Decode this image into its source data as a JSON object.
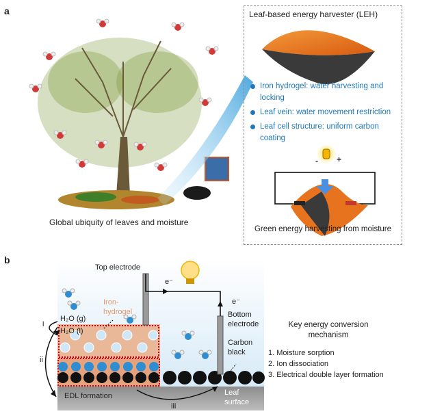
{
  "panel_a": {
    "letter": "a",
    "left_caption": "Global ubiquity of leaves and moisture",
    "leh_title": "Leaf-based energy harvester (LEH)",
    "features": [
      "Iron hydrogel: water harvesting and locking",
      "Leaf vein: water movement restriction",
      "Leaf cell structure: uniform carbon coating"
    ],
    "circuit_minus": "-",
    "circuit_plus": "+",
    "right_caption": "Green energy harvesting from moisture"
  },
  "panel_b": {
    "letter": "b",
    "top_electrode": "Top electrode",
    "electron_top": "e⁻",
    "electron_right": "e⁻",
    "iron_hydrogel": "Iron-hydrogel",
    "water_gas": "H₂O (g)",
    "water_liquid": "H₂O (l)",
    "bottom_electrode": "Bottom electrode",
    "carbon_black": "Carbon black",
    "edl_formation": "EDL formation",
    "leaf_surface": "Leaf surface",
    "step_i": "i",
    "step_ii": "ii",
    "step_iii": "iii",
    "mechanism_title": "Key energy conversion mechanism",
    "mechanism_items": [
      "1. Moisture sorption",
      "2. Ion dissociation",
      "3. Electrical double layer formation"
    ]
  },
  "colors": {
    "accent_blue": "#1f78b8",
    "hydrogel": "#e9b18e",
    "edl_dash": "#d0021b",
    "leaf_orange": "#e8731f"
  }
}
